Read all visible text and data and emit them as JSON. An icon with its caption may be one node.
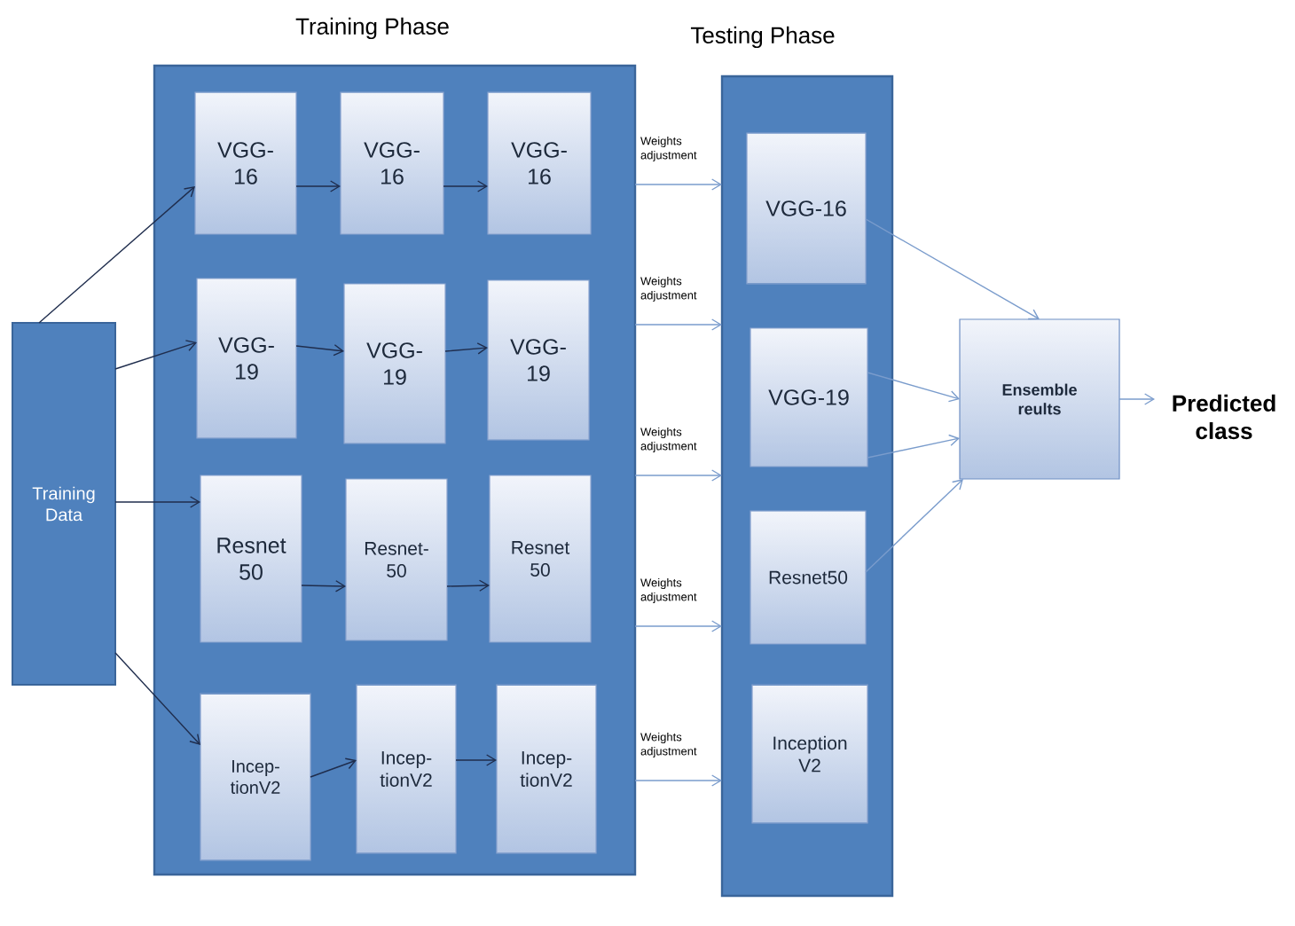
{
  "diagram": {
    "nodes": [
      {
        "text": [
          "Training Phase"
        ]
      },
      {
        "text": [
          "Testing Phase"
        ]
      },
      {
        "text": [
          "Training Data"
        ]
      },
      {
        "text": [
          "VGG-16"
        ],
        "in": 0
      },
      {
        "text": [
          "VGG-16"
        ],
        "in": 0
      },
      {
        "text": [
          "VGG-16"
        ],
        "in": 0
      },
      {
        "text": [
          "VGG-19"
        ],
        "in": 0
      },
      {
        "text": [
          "VGG-19"
        ],
        "in": 0
      },
      {
        "text": [
          "VGG-19"
        ],
        "in": 0
      },
      {
        "text": [
          "Resnet 50"
        ],
        "in": 0
      },
      {
        "text": [
          "Resnet-50"
        ],
        "in": 0
      },
      {
        "text": [
          "Resnet 50"
        ],
        "in": 0
      },
      {
        "text": [
          "Incep-tionV2"
        ],
        "in": 0
      },
      {
        "text": [
          "Incep-tionV2"
        ],
        "in": 0
      },
      {
        "text": [
          "Incep-tionV2"
        ],
        "in": 0
      },
      {
        "text": [
          "VGG-16"
        ],
        "in": 1
      },
      {
        "text": [
          "VGG-19"
        ],
        "in": 1
      },
      {
        "text": [
          "Resnet50"
        ],
        "in": 1
      },
      {
        "text": [
          "Inception V2"
        ],
        "in": 1
      },
      {
        "text": [
          "Ensemble reults"
        ]
      },
      {
        "text": [
          "Predicted class"
        ]
      }
    ],
    "edges": [
      {
        "from": 2,
        "to": 3,
        "arrow": "to"
      },
      {
        "from": 2,
        "to": 6,
        "arrow": "to"
      },
      {
        "from": 2,
        "to": 9,
        "arrow": "to"
      },
      {
        "from": 2,
        "to": 12,
        "arrow": "to"
      },
      {
        "from": 3,
        "to": 4,
        "arrow": "to"
      },
      {
        "from": 4,
        "to": 5,
        "arrow": "to"
      },
      {
        "from": 6,
        "to": 7,
        "arrow": "to"
      },
      {
        "from": 7,
        "to": 8,
        "arrow": "to"
      },
      {
        "from": 9,
        "to": 10,
        "arrow": "to"
      },
      {
        "from": 10,
        "to": 11,
        "arrow": "to"
      },
      {
        "from": 12,
        "to": 13,
        "arrow": "to"
      },
      {
        "from": 13,
        "to": 14,
        "arrow": "to"
      },
      {
        "from": 0,
        "to": 1,
        "arrow": "to",
        "label": "Weights adjustment",
        "color": "#7a9ccc"
      },
      {
        "from": 0,
        "to": 1,
        "arrow": "to",
        "label": "Weights adjustment",
        "color": "#7a9ccc"
      },
      {
        "from": 0,
        "to": 1,
        "arrow": "to",
        "label": "Weights adjustment",
        "color": "#7a9ccc"
      },
      {
        "from": 0,
        "to": 1,
        "arrow": "to",
        "label": "Weights adjustment",
        "color": "#7a9ccc"
      },
      {
        "from": 0,
        "to": 1,
        "arrow": "to",
        "label": "Weights adjustment",
        "color": "#7a9ccc"
      },
      {
        "from": 15,
        "to": 19,
        "arrow": "to",
        "color": "#7a9ccc"
      },
      {
        "from": 16,
        "to": 19,
        "arrow": "to",
        "color": "#7a9ccc"
      },
      {
        "from": 16,
        "to": 19,
        "arrow": "to",
        "color": "#7a9ccc"
      },
      {
        "from": 17,
        "to": 19,
        "arrow": "to",
        "color": "#7a9ccc"
      },
      {
        "from": 19,
        "to": 20,
        "arrow": "to",
        "color": "#7a9ccc"
      }
    ]
  }
}
